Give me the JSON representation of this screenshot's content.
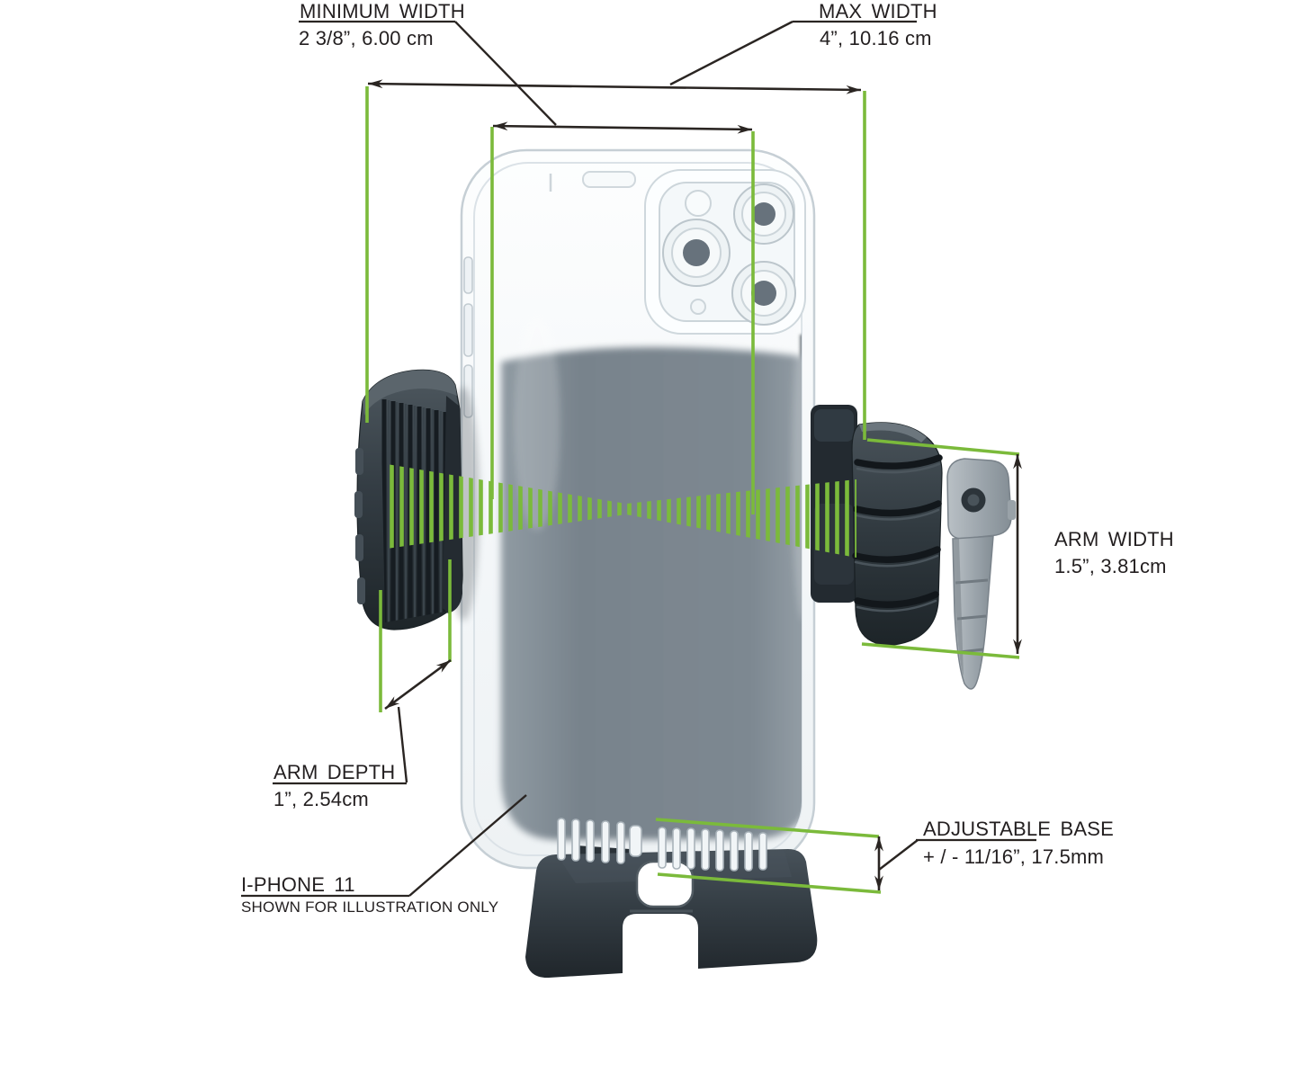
{
  "diagram": {
    "description": "Phone holder dimension diagram",
    "callouts": {
      "min_width": {
        "title": "MINIMUM WIDTH",
        "value": "2 3/8”, 6.00 cm"
      },
      "max_width": {
        "title": "MAX WIDTH",
        "value": "4”, 10.16 cm"
      },
      "arm_width": {
        "title": "ARM WIDTH",
        "value": "1.5”, 3.81cm"
      },
      "arm_depth": {
        "title": "ARM DEPTH",
        "value": "1”, 2.54cm"
      },
      "phone": {
        "title": "I-PHONE 11",
        "subtitle": "SHOWN FOR ILLUSTRATION ONLY"
      },
      "adjustable_base": {
        "title": "ADJUSTABLE BASE",
        "value": "+ / - 11/16”, 17.5mm"
      }
    },
    "colors": {
      "accent_green": "#7bba3b",
      "line_black": "#2a2522",
      "text": "#231f20",
      "arm_dark": "#2b3338",
      "vent_clip_gray": "#a2abb1",
      "phone_gray": "#7a858d",
      "background": "#ffffff"
    }
  }
}
